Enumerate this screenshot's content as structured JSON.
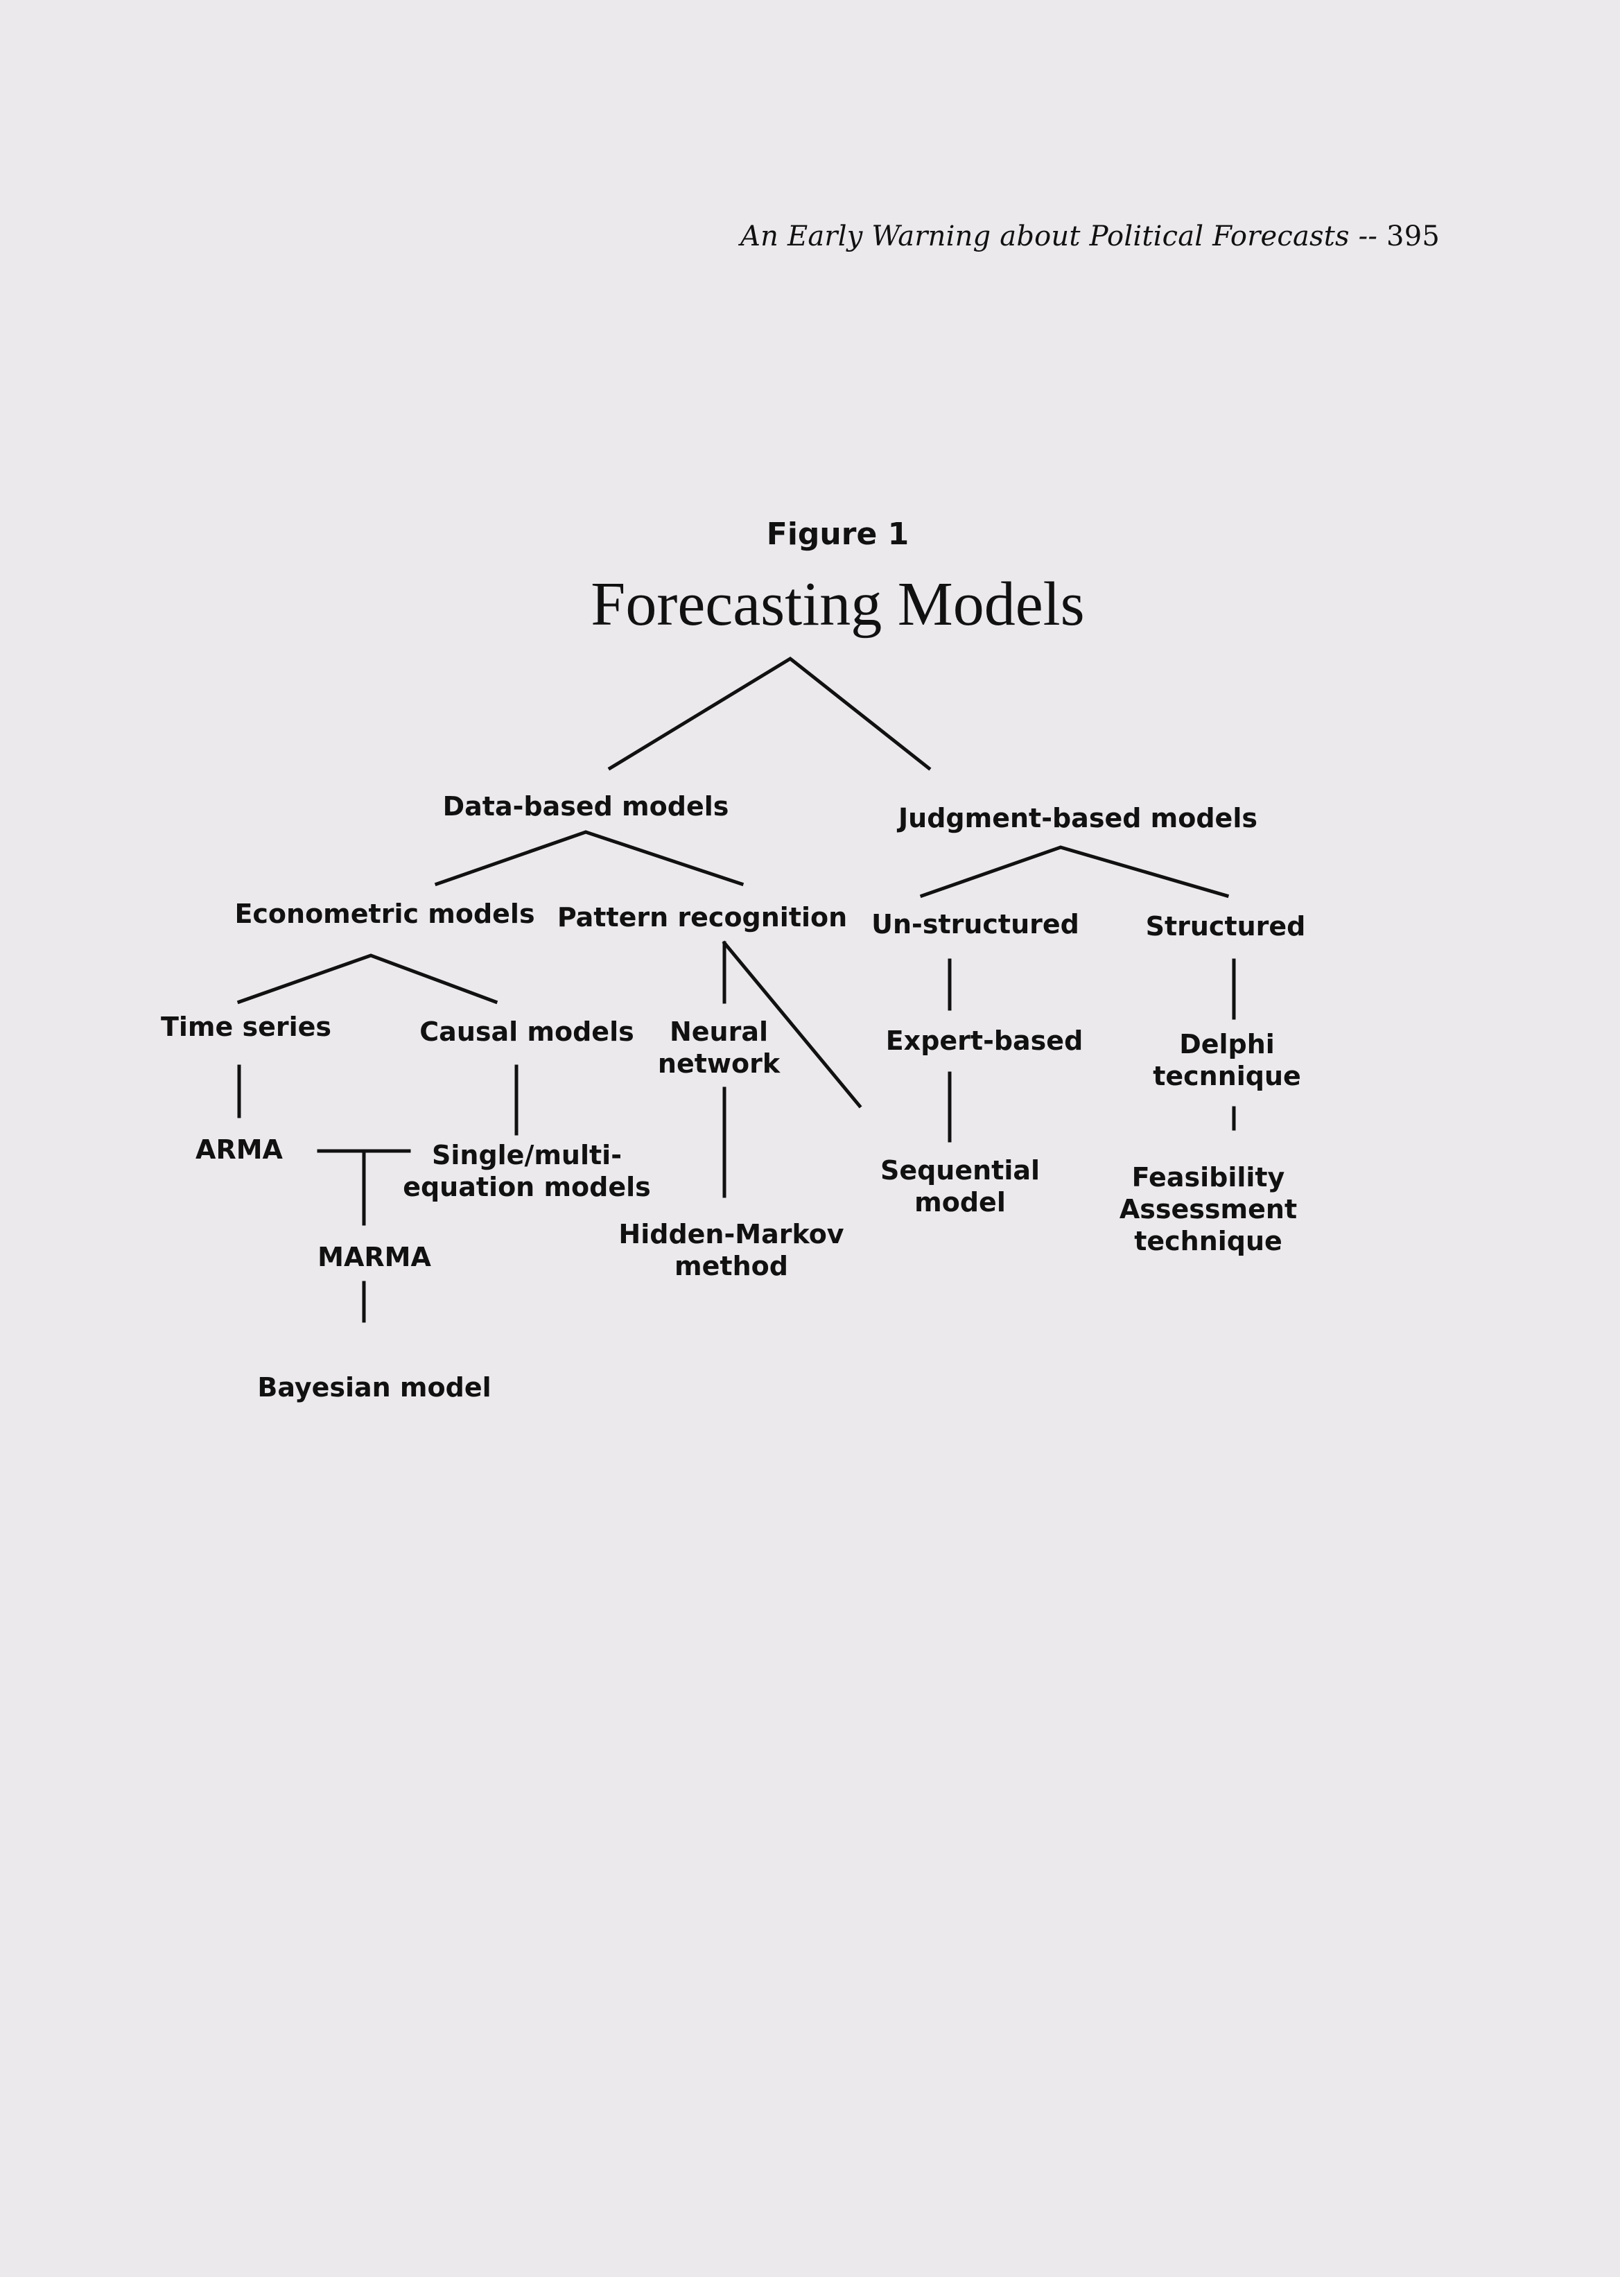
{
  "header": {
    "running_title": "An Early Warning about Political Forecasts --",
    "page_number": "395"
  },
  "figure": {
    "label": "Figure 1",
    "title": "Forecasting Models"
  },
  "nodes": {
    "data_based": [
      "Data-based models"
    ],
    "judgment_based": [
      "Judgment-based models"
    ],
    "econometric": [
      "Econometric models"
    ],
    "pattern_recognition": [
      "Pattern recognition"
    ],
    "unstructured": [
      "Un-structured"
    ],
    "structured": [
      "Structured"
    ],
    "time_series": [
      "Time series"
    ],
    "causal": [
      "Causal models"
    ],
    "neural": [
      "Neural",
      "network"
    ],
    "expert": [
      "Expert-based"
    ],
    "delphi": [
      "Delphi",
      "tecnnique"
    ],
    "arma": [
      "ARMA"
    ],
    "single_multi": [
      "Single/multi-",
      "equation models"
    ],
    "sequential": [
      "Sequential",
      "model"
    ],
    "feasibility": [
      "Feasibility",
      "Assessment",
      "technique"
    ],
    "marma": [
      "MARMA"
    ],
    "hidden_markov": [
      "Hidden-Markov",
      "method"
    ],
    "bayesian": [
      "Bayesian model"
    ]
  }
}
